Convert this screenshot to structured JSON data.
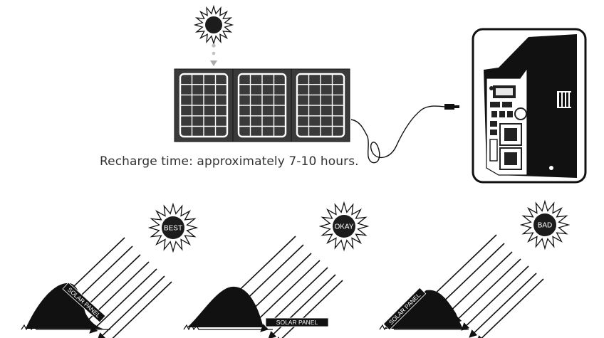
{
  "caption": "Recharge time: approximately 7-10 hours.",
  "scenarios": [
    {
      "sun_label": "BEST",
      "panel_label": "SOLAR PANEL"
    },
    {
      "sun_label": "OKAY",
      "panel_label": "SOLAR PANEL"
    },
    {
      "sun_label": "BAD",
      "panel_label": "SOLAR PANEL"
    }
  ],
  "colors": {
    "ink": "#111111",
    "panel": "#3a3a3a",
    "caption": "#333333"
  },
  "icons": [
    "sun-icon",
    "solar-panel-icon",
    "power-station-icon",
    "charging-cable-icon",
    "mountain-icon",
    "sun-ray-arrow-icon"
  ]
}
